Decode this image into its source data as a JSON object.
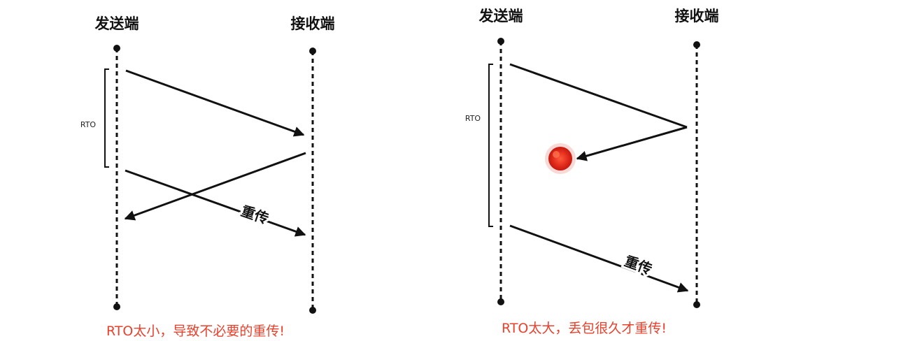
{
  "panels": [
    {
      "sender_label": "发送端",
      "receiver_label": "接收端",
      "rto_label": "RTO",
      "retransmit_label": "重传",
      "caption": "RTO太小，导致不必要的重传!",
      "caption_color": "#e8412c"
    },
    {
      "sender_label": "发送端",
      "receiver_label": "接收端",
      "rto_label": "RTO",
      "retransmit_label": "重传",
      "caption": "RTO太大，丢包很久才重传!",
      "caption_color": "#e8412c",
      "loss_marker_color": "#e02a1a"
    }
  ]
}
